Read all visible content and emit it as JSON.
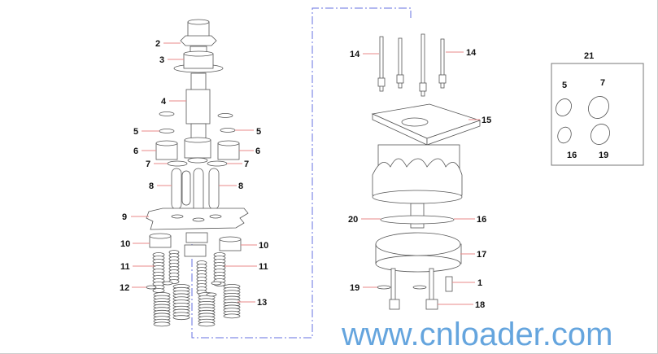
{
  "watermark": "www.cnloader.com",
  "colors": {
    "leader": "#e88a8a",
    "frame": "#6670e0",
    "watermark": "#3f8fd6"
  },
  "labels": {
    "l2": "2",
    "l3": "3",
    "l4": "4",
    "l5a": "5",
    "l5b": "5",
    "l6a": "6",
    "l6b": "6",
    "l7a": "7",
    "l7b": "7",
    "l8a": "8",
    "l8b": "8",
    "l9": "9",
    "l10a": "10",
    "l10b": "10",
    "l11a": "11",
    "l11b": "11",
    "l12": "12",
    "l13": "13",
    "l14a": "14",
    "l14b": "14",
    "l15": "15",
    "l20": "20",
    "l16": "16",
    "l17": "17",
    "l1": "1",
    "l19": "19",
    "l18": "18"
  },
  "inset": {
    "title": "21",
    "items": [
      "5",
      "7",
      "16",
      "19"
    ]
  }
}
